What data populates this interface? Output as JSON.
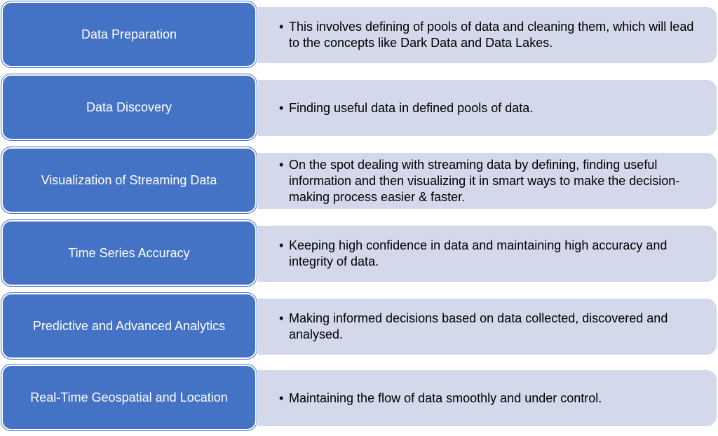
{
  "rows": [
    {
      "label": "Data Preparation",
      "bullet": "•",
      "description": "This involves defining of pools of data and cleaning them, which will lead to the concepts like Dark Data and Data Lakes."
    },
    {
      "label": "Data Discovery",
      "bullet": "•",
      "description": "Finding useful data in defined pools of data."
    },
    {
      "label": "Visualization of Streaming Data",
      "bullet": "•",
      "description": "On the spot dealing with streaming data by defining, finding useful information and then visualizing it in smart ways to make the decision-making process easier & faster."
    },
    {
      "label": "Time Series Accuracy",
      "bullet": "•",
      "description": "Keeping high confidence in data and maintaining high accuracy and integrity of data."
    },
    {
      "label": "Predictive and Advanced Analytics",
      "bullet": "•",
      "description": "Making informed decisions based on data collected, discovered and analysed."
    },
    {
      "label": "Real-Time Geospatial and Location",
      "bullet": "•",
      "description": "Maintaining the flow of data smoothly and under control."
    }
  ],
  "colors": {
    "label_fill": "#4472c4",
    "label_text": "#ffffff",
    "description_fill": "#d3d8ea",
    "description_text": "#000000"
  }
}
